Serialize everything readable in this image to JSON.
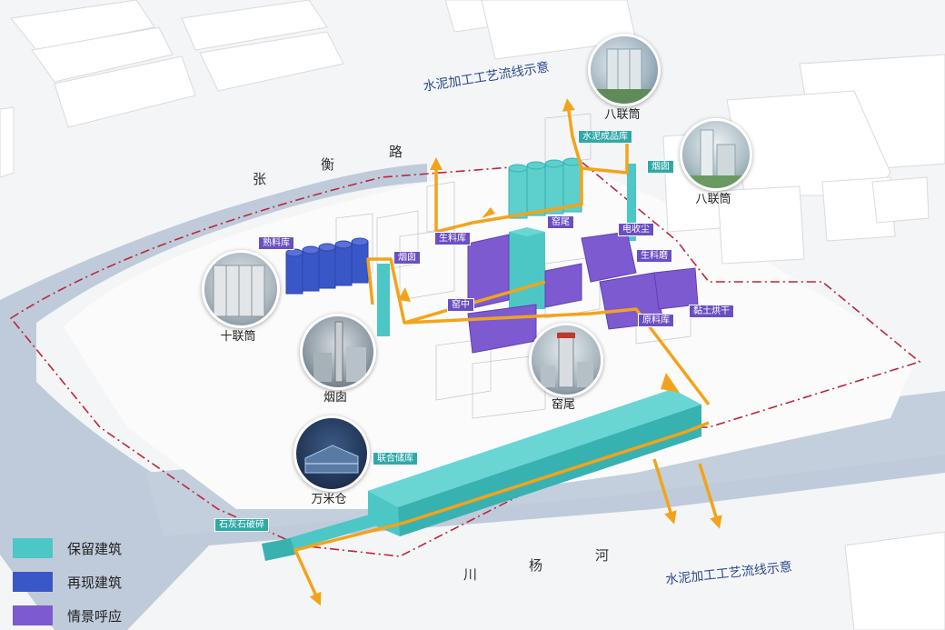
{
  "flow_labels": {
    "top": "水泥加工工艺流线示意",
    "bottom": "水泥加工工艺流线示意"
  },
  "roads": {
    "zhang": "张",
    "heng": "衡",
    "lu": "路",
    "chuan": "川",
    "yang": "杨",
    "he": "河"
  },
  "tags": {
    "shuliao_ku": "熟料库",
    "yan_cong_tag": "烟囱",
    "shengliao_ku": "生料库",
    "shuini_chengpin_ku": "水泥成品库",
    "yan_cong_top": "烟囱",
    "yao_wei_tag": "窑尾",
    "dian_shouchen": "电收尘",
    "shengliao_mo": "生料磨",
    "yao_zhong": "窑中",
    "yuanliao_ku": "原料库",
    "niantu_honggan": "黏土烘干",
    "lianhe_chuku": "联合储库",
    "shihuishi_posui": "石灰石破碎"
  },
  "photo_captions": {
    "ba_lian_tong_1": "八联筒",
    "ba_lian_tong_2": "八联筒",
    "shi_lian_tong": "十联筒",
    "yan_cong": "烟囱",
    "yao_wei": "窑尾",
    "wan_mi_cang": "万米仓"
  },
  "legend": [
    {
      "label": "保留建筑",
      "color": "#4cc7c5"
    },
    {
      "label": "再现建筑",
      "color": "#3a57c8"
    },
    {
      "label": "情景呼应",
      "color": "#7d5ad0"
    }
  ],
  "colors": {
    "retained": "#4cc7c5",
    "reproduced": "#3a57c8",
    "echo": "#7d5ad0",
    "flow": "#f3a31b",
    "boundary": "#b8283a",
    "river": "#b9c7d6"
  }
}
